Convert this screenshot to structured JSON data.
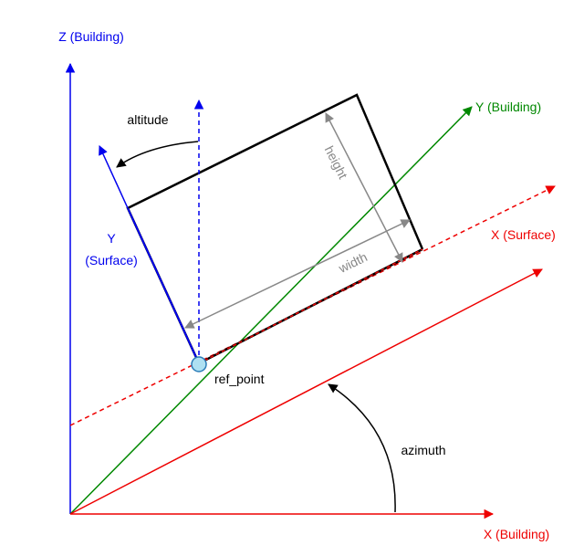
{
  "labels": {
    "z_building": "Z (Building)",
    "y_building": "Y (Building)",
    "x_building": "X (Building)",
    "x_surface": "X (Surface)",
    "y_surface_line1": "Y",
    "y_surface_line2": "(Surface)",
    "altitude": "altitude",
    "azimuth": "azimuth",
    "height": "height",
    "width": "width",
    "ref_point": "ref_point"
  },
  "colors": {
    "building_z": "#0000ee",
    "building_y": "#008800",
    "building_x": "#ee0000",
    "surface_x": "#ee0000",
    "surface_y": "#0000ee",
    "panel": "#000000",
    "dimension": "#888888",
    "ref_point_fill": "#aee0f2",
    "ref_point_stroke": "#2a7cb8"
  }
}
